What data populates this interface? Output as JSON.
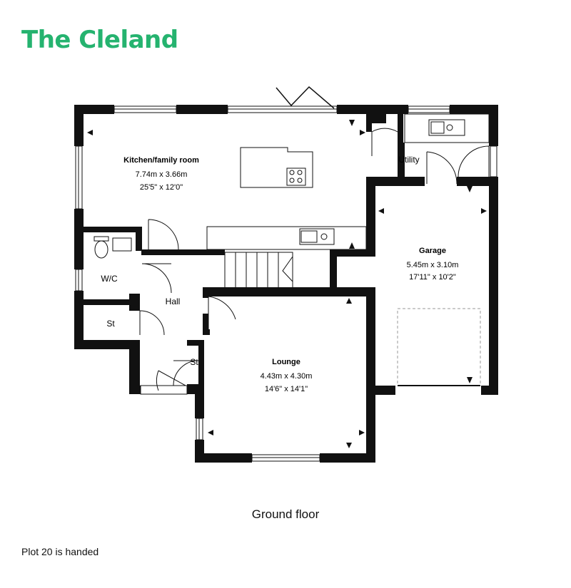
{
  "title": "The Cleland",
  "brand_color": "#25b36f",
  "caption": "Ground floor",
  "note": "Plot 20 is handed",
  "rooms": {
    "kitchen": {
      "name": "Kitchen/family room",
      "metric": "7.74m x 3.66m",
      "imperial": "25'5\" x 12'0\""
    },
    "garage": {
      "name": "Garage",
      "metric": "5.45m x 3.10m",
      "imperial": "17'11\" x 10'2\""
    },
    "lounge": {
      "name": "Lounge",
      "metric": "4.43m x 4.30m",
      "imperial": "14'6\" x 14'1\""
    },
    "utility": "Utility",
    "wc": "W/C",
    "hall": "Hall",
    "store1": "St",
    "store2": "St"
  }
}
